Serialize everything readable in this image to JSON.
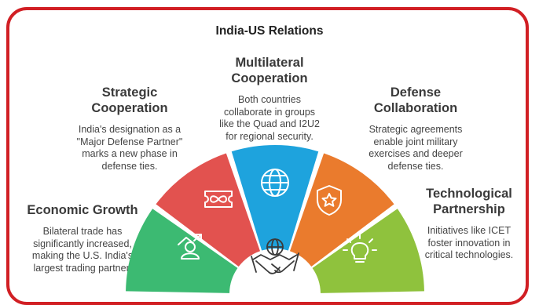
{
  "title": "India-US Relations",
  "colors": {
    "frame": "#d11f24",
    "economic": "#3cba72",
    "strategic": "#e2524f",
    "multilateral": "#1ea3dd",
    "defense": "#ea7b2d",
    "technological": "#8fc23d"
  },
  "segments": [
    {
      "heading": "Economic Growth",
      "description": "Bilateral trade has\nsignificantly increased,\nmaking the U.S. India's\nlargest trading partner.",
      "icon": "growth-person-icon"
    },
    {
      "heading": "Strategic\nCooperation",
      "description": "India's designation as a\n\"Major Defense Partner\"\nmarks a new phase in\ndefense ties.",
      "icon": "ticket-infinity-icon"
    },
    {
      "heading": "Multilateral\nCooperation",
      "description": "Both countries\ncollaborate in groups\nlike the Quad and I2U2\nfor regional security.",
      "icon": "globe-icon"
    },
    {
      "heading": "Defense\nCollaboration",
      "description": "Strategic agreements\nenable joint military\nexercises and deeper\ndefense ties.",
      "icon": "shield-star-icon"
    },
    {
      "heading": "Technological\nPartnership",
      "description": "Initiatives like ICET\nfoster innovation in\ncritical technologies.",
      "icon": "lightbulb-icon"
    }
  ],
  "center_icon": "handshake-globe-icon"
}
